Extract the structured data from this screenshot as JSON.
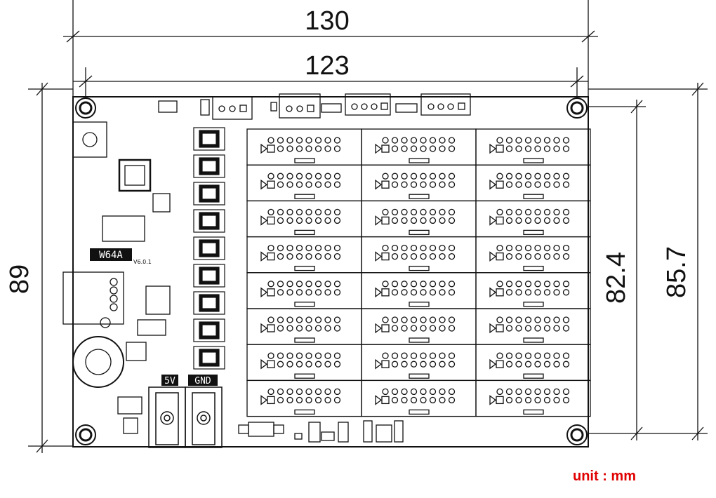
{
  "dimensions": {
    "width_outer": "130",
    "width_holes": "123",
    "height_outer": "89",
    "height_holes": "82.4",
    "height_board": "85.7"
  },
  "labels": {
    "model": "W64A",
    "version": "V6.0.1",
    "power_5v": "5V",
    "power_gnd": "GND"
  },
  "unit_note": "unit : mm",
  "hub_grid": {
    "rows": 8,
    "cols": 3
  },
  "colors": {
    "ink": "#111111",
    "unit": "#e00000",
    "paper": "#ffffff"
  }
}
